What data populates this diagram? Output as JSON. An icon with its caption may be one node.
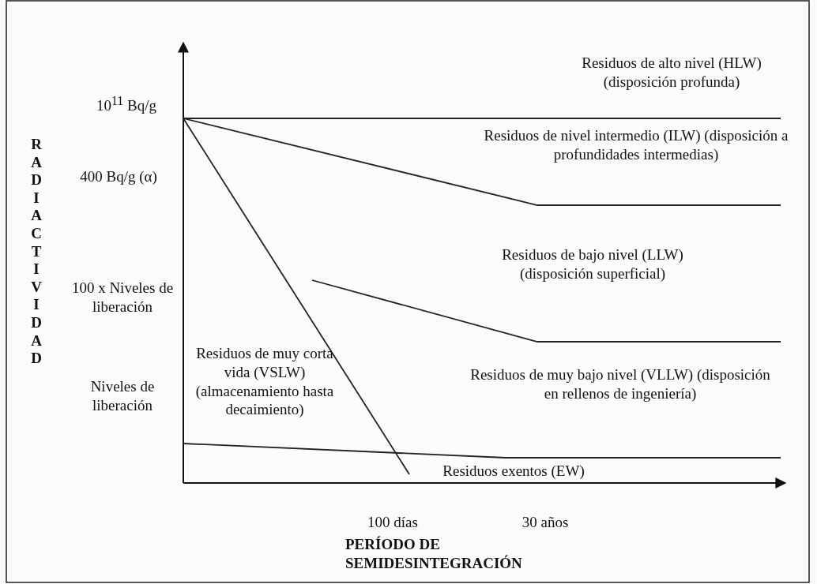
{
  "diagram": {
    "labels": [
      "Residuos de alto nivel (HLW) (disposición profunda)",
      "10$^{11}$ Bq/g",
      "RADIACTIVIDAD",
      "Residuos de nivel intermedio (ILW) (disposición a profundidades intermedias)",
      "400 Bq/g (α)",
      "Residuos de bajo nivel (LLW) (disposición superficial)",
      "100 x Niveles de liberación",
      "Residuos de muy corta vida (VSLW) (almacenamiento hasta decaimiento)",
      "Residuos de muy bajo nivel (VLLW) (disposición en rellenos de ingeniería)",
      "Niveles de liberación",
      "Residuos exentos (EW)",
      "100 días",
      "30 años",
      "PERÍODO DE SEMIDESINTEGRACIÓN"
    ]
  }
}
